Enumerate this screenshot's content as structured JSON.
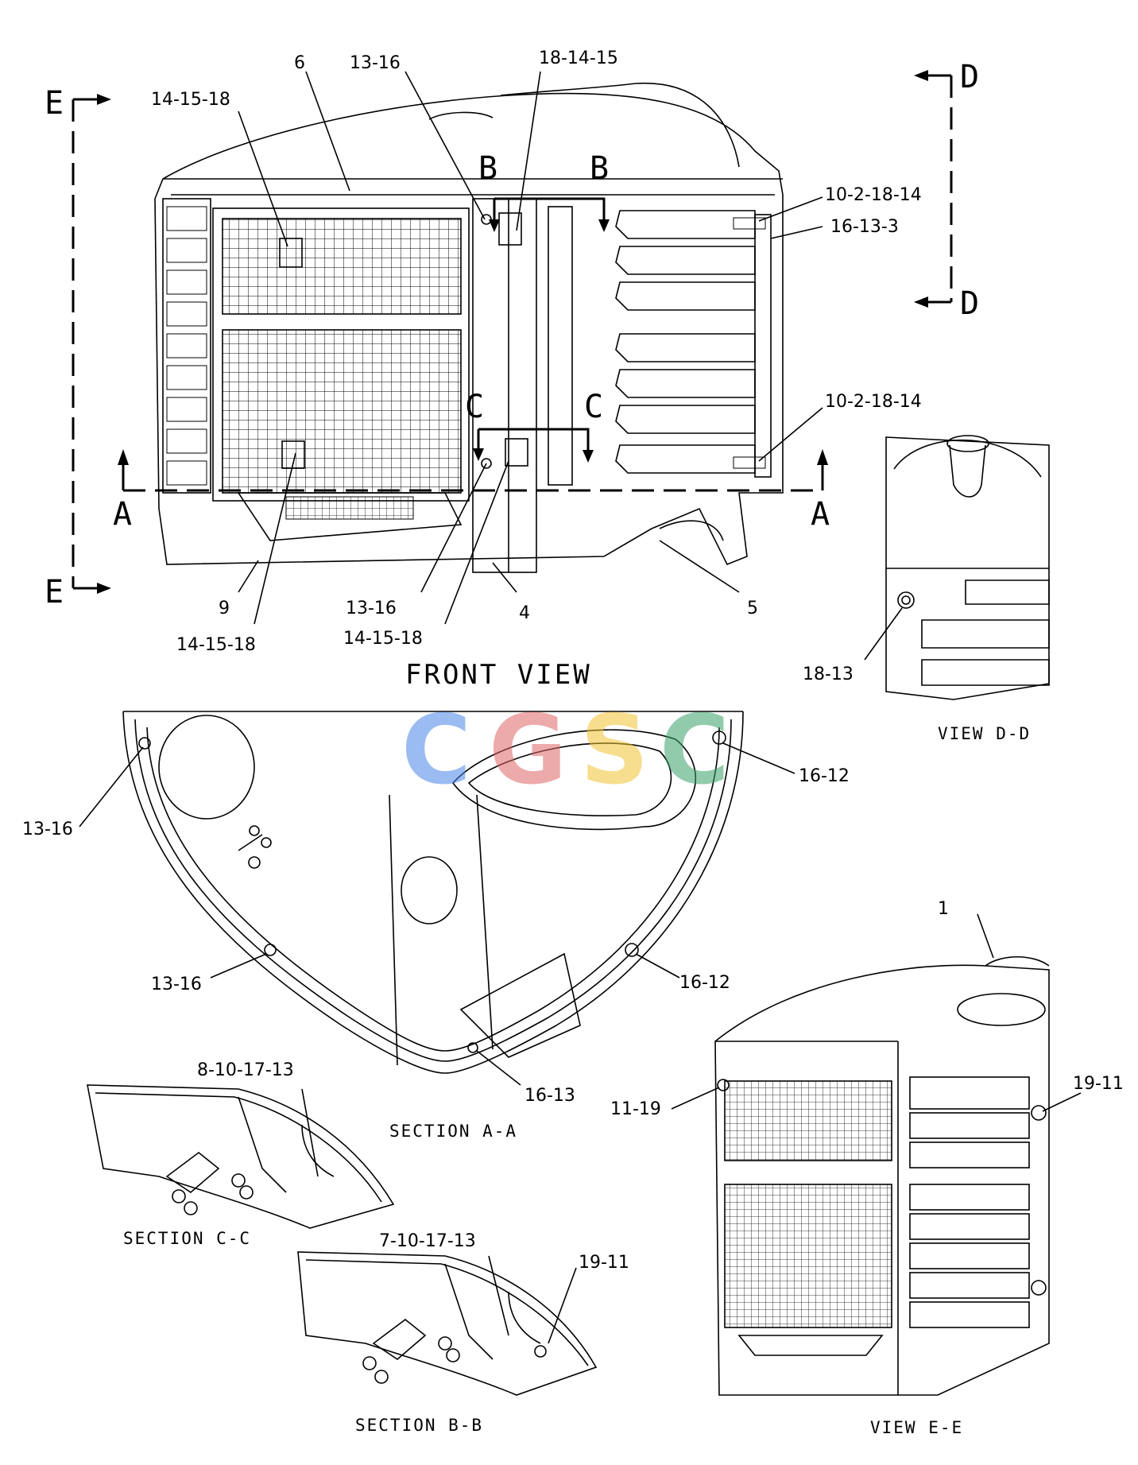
{
  "titles": {
    "front_view": "FRONT VIEW",
    "view_dd": "VIEW D-D",
    "section_aa": "SECTION A-A",
    "section_cc": "SECTION C-C",
    "section_bb": "SECTION B-B",
    "view_ee": "VIEW E-E"
  },
  "section_marks": {
    "E": "E",
    "D": "D",
    "A": "A",
    "B": "B",
    "C": "C"
  },
  "callouts": {
    "c6": "6",
    "c13_16_top": "13-16",
    "c18_14_15": "18-14-15",
    "c14_15_18_top": "14-15-18",
    "c10_2_18_14_top": "10-2-18-14",
    "c16_13_3": "16-13-3",
    "c10_2_18_14_mid": "10-2-18-14",
    "c9": "9",
    "c13_16_mid": "13-16",
    "c4": "4",
    "c5": "5",
    "c14_15_18_bl": "14-15-18",
    "c14_15_18_bm": "14-15-18",
    "c18_13": "18-13",
    "c16_12_top": "16-12",
    "c13_16_left": "13-16",
    "c13_16_aa": "13-16",
    "c16_12_aa": "16-12",
    "c16_13": "16-13",
    "c1": "1",
    "c8_10_17_13": "8-10-17-13",
    "c11_19": "11-19",
    "c19_11_ee": "19-11",
    "c7_10_17_13": "7-10-17-13",
    "c19_11_bb": "19-11"
  },
  "watermark": {
    "letters": [
      "C",
      "G",
      "S",
      "C"
    ],
    "colors": [
      "#4a86e8",
      "#e06666",
      "#f1c232",
      "#38a169"
    ]
  }
}
